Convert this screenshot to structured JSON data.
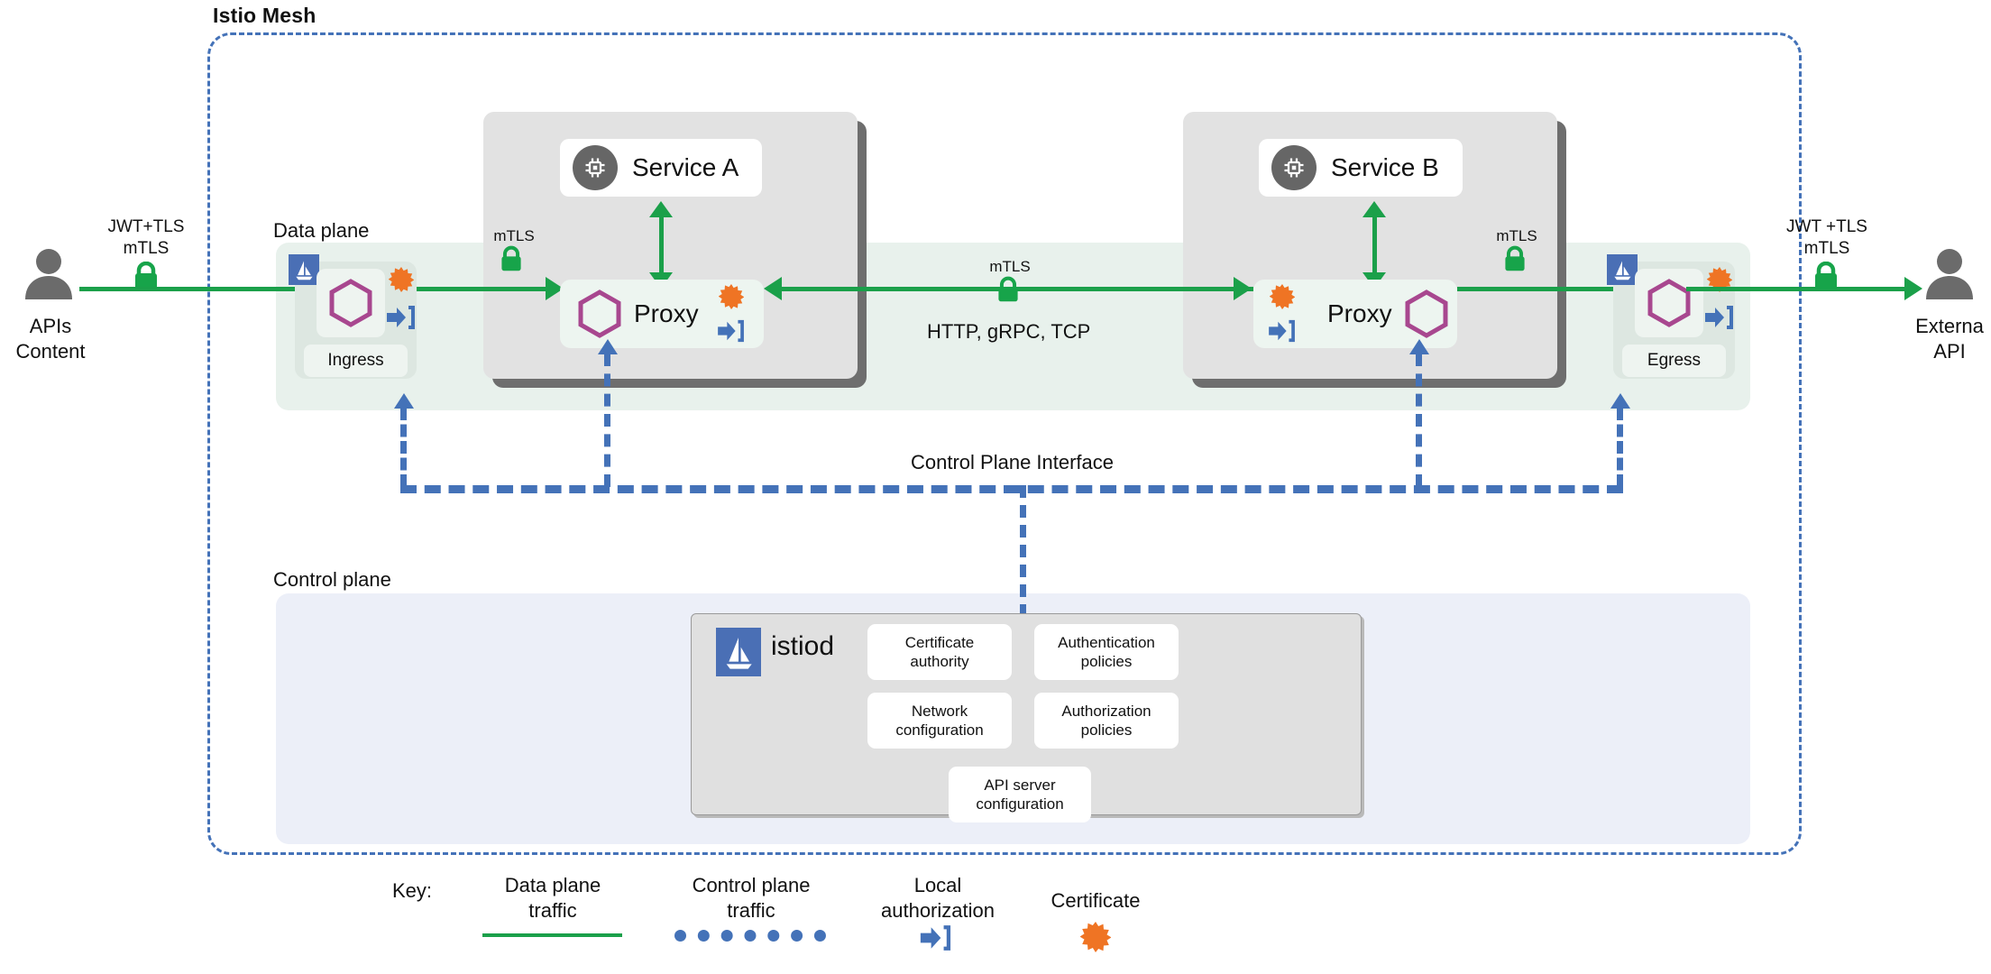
{
  "diagram": {
    "mesh_label": "Istio Mesh",
    "dataplane_label": "Data plane",
    "controlplane_label": "Control plane",
    "control_plane_interface_label": "Control Plane Interface",
    "protocol_label": "HTTP, gRPC, TCP"
  },
  "actors": {
    "left": {
      "line1": "APIs",
      "line2": "Content",
      "icon": "person-icon"
    },
    "right": {
      "line1": "Externa",
      "line2": "API",
      "icon": "person-icon"
    }
  },
  "edges": {
    "left_label_line1": "JWT+TLS",
    "left_label_line2": "mTLS",
    "right_label_line1": "JWT +TLS",
    "right_label_line2": "mTLS",
    "mtls_a": "mTLS",
    "mtls_mid": "mTLS",
    "mtls_b": "mTLS"
  },
  "gateways": {
    "ingress": {
      "name": "Ingress",
      "icon": "hexagon-proxy-icon",
      "badge": "istio-sail-icon"
    },
    "egress": {
      "name": "Egress",
      "icon": "hexagon-proxy-icon",
      "badge": "istio-sail-icon"
    }
  },
  "services": [
    {
      "name": "Service A",
      "proxy_label": "Proxy",
      "icon": "cpu-chip-icon"
    },
    {
      "name": "Service B",
      "proxy_label": "Proxy",
      "icon": "cpu-chip-icon"
    }
  ],
  "istiod": {
    "name": "istiod",
    "logo": "istio-sail-icon",
    "cards": [
      {
        "line1": "Certificate",
        "line2": "authority"
      },
      {
        "line1": "Authentication",
        "line2": "policies"
      },
      {
        "line1": "Network",
        "line2": "configuration"
      },
      {
        "line1": "Authorization",
        "line2": "policies"
      },
      {
        "line1": "API server",
        "line2": "configuration"
      }
    ]
  },
  "key": {
    "title": "Key:",
    "items": [
      {
        "line1": "Data plane",
        "line2": "traffic",
        "glyph": "green-solid-line"
      },
      {
        "line1": "Control plane",
        "line2": "traffic",
        "glyph": "blue-dashed-line"
      },
      {
        "line1": "Local",
        "line2": "authorization",
        "glyph": "local-authorization-icon"
      },
      {
        "line1": "Certificate",
        "line2": "",
        "glyph": "certificate-starburst-icon"
      }
    ]
  },
  "colors": {
    "traffic_green": "#1ba04a",
    "control_blue": "#4472b8",
    "hexagon_purple": "#a8478f",
    "certificate_orange": "#ef7424",
    "istio_blue": "#4a6fb5",
    "dataplane_band": "#e8f1ec",
    "controlplane_band": "#eceff8",
    "pod_grey": "#e2e2e2",
    "lock_green": "#17a44a"
  }
}
